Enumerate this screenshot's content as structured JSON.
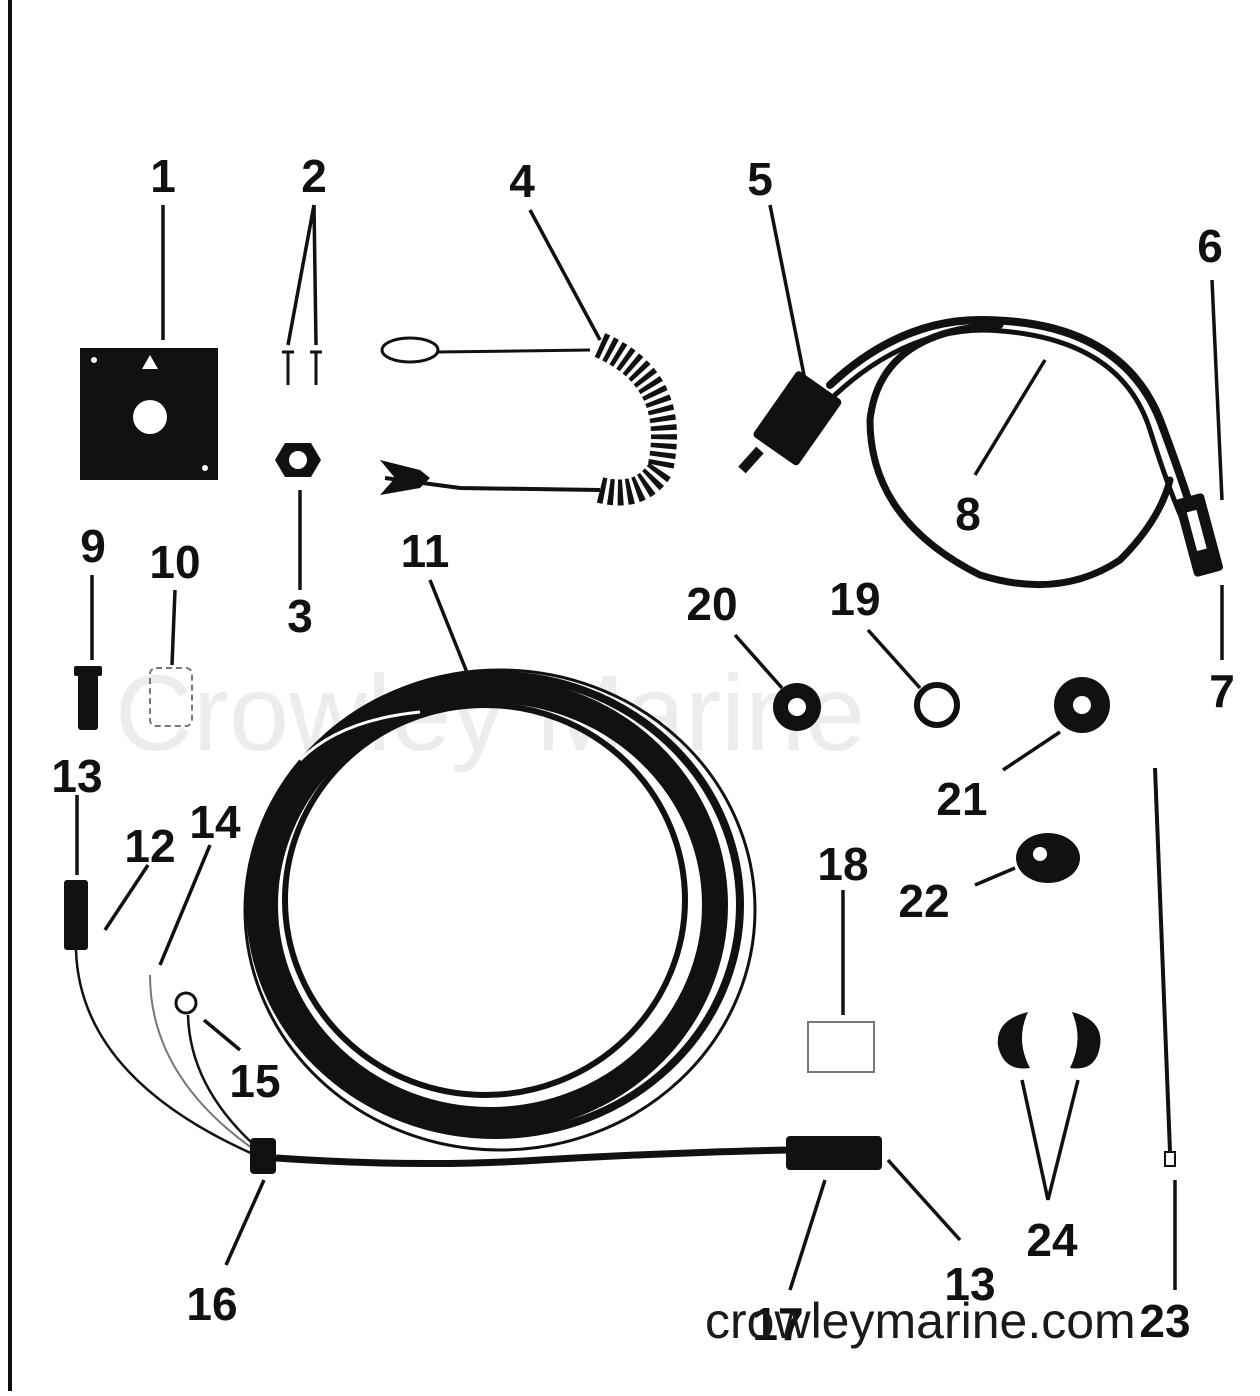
{
  "watermark": "Crowley Marine",
  "footer_url": "crowleymarine.com",
  "part_labels": {
    "p1": "1",
    "p2": "2",
    "p3": "3",
    "p4": "4",
    "p5": "5",
    "p6": "6",
    "p7": "7",
    "p8": "8",
    "p9": "9",
    "p10": "10",
    "p11": "11",
    "p12": "12",
    "p13a": "13",
    "p13b": "13",
    "p14": "14",
    "p15": "15",
    "p16": "16",
    "p17": "17",
    "p18": "18",
    "p19": "19",
    "p20": "20",
    "p21": "21",
    "p22": "22",
    "p23": "23",
    "p24": "24"
  },
  "colors": {
    "ink": "#111111",
    "paper": "#ffffff",
    "watermark": "#ececec"
  }
}
